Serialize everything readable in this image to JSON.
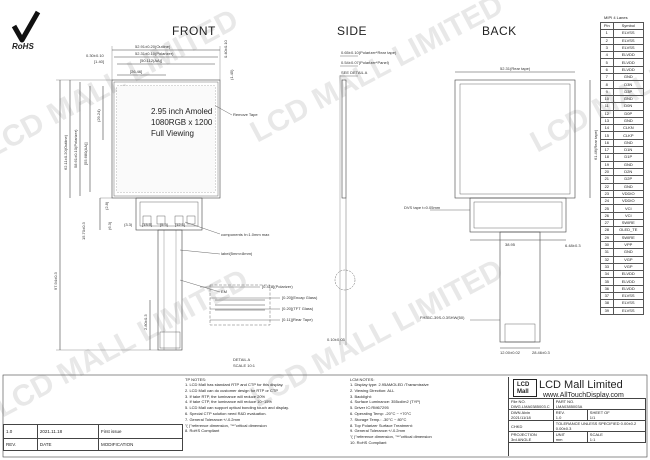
{
  "headers": {
    "front": "FRONT",
    "side": "SIDE",
    "back": "BACK"
  },
  "rohs": "RoHS",
  "display_text": {
    "line1": "2.95 inch Amoled",
    "line2": "1080RGB x 1200",
    "line3": "Full Viewing"
  },
  "watermark": "LCD MALL LIMITED",
  "front_dims": {
    "outline_w": "52.91±0.20(Outline)",
    "polarizer_w": "52.31±0.10(Polarizer)",
    "aa_w": "[50.112(AA)]",
    "half_w": "[26.46]",
    "left_off": "0.30±0.10",
    "left_off2": "[1.40]",
    "top_off": "0.40±0.10",
    "top_off2": "(1.45)",
    "outline_h": "62.11±0.20(Outline)",
    "polarizer_h": "58.61±0.10(Polarizer)",
    "aa_h": "[55.680(AA)]",
    "half_h": "(29.24)",
    "side_dim": "(2.8)",
    "fpc_h": "15.70±0.3",
    "fpc_off": "(6.3)",
    "c1": "(3.3)",
    "c2": "[13.5]",
    "c3": "[5.9]",
    "c4": "[12.6]",
    "total_h": "97.94±0.3",
    "tail_h": "2.80±0.3",
    "detail": "DETAIL A",
    "scale": "SCALE 10:1"
  },
  "callouts": {
    "remove_tape": "Remove Tape",
    "components": "components h<1.0mm max",
    "label": "label(5mm×8mm)",
    "em": "EM",
    "polarizer": "[0.418](Polarizer)",
    "glass1": "[0.20](Encap Glass)",
    "tft_glass": "[0.20](TFT Glass)",
    "rear_tape": "[0.11](Rear Tape)",
    "fpc_t": "0.10±0.03"
  },
  "side_dims": {
    "d1": "0.65±0.10(Polarizer*Rear tape)",
    "d2": "0.54±0.07(Polarizer*Panel)",
    "d3": "SEE DETAIL A"
  },
  "back_dims": {
    "rear_tape": "52.31(Rear tape)",
    "rear_tape_h": "61.46(Rear tape)",
    "dv_tape": "DVS tape t=0.05mm",
    "w1": "38.95",
    "w2": "6.48±0.3",
    "fpc": "FH35C-39S-0.3SHW(50)",
    "f1": "12.00±0.02",
    "f2": "28.46±0.3"
  },
  "pin_table": {
    "title": "MIPI 4 Lanes",
    "col_pin": "Pin",
    "col_sym": "Symbol",
    "rows": [
      [
        "1",
        "ELVSS"
      ],
      [
        "2",
        "ELVSS"
      ],
      [
        "3",
        "ELVSS"
      ],
      [
        "4",
        "ELVDD"
      ],
      [
        "5",
        "ELVDD"
      ],
      [
        "6",
        "ELVDD"
      ],
      [
        "7",
        "GND"
      ],
      [
        "8",
        "D3N"
      ],
      [
        "9",
        "D3P"
      ],
      [
        "10",
        "GND"
      ],
      [
        "11",
        "D0N"
      ],
      [
        "12",
        "D0P"
      ],
      [
        "13",
        "GND"
      ],
      [
        "14",
        "CLKN"
      ],
      [
        "15",
        "CLKP"
      ],
      [
        "16",
        "GND"
      ],
      [
        "17",
        "D1N"
      ],
      [
        "18",
        "D1P"
      ],
      [
        "19",
        "GND"
      ],
      [
        "20",
        "D2N"
      ],
      [
        "21",
        "D2P"
      ],
      [
        "22",
        "GND"
      ],
      [
        "23",
        "VDDIO"
      ],
      [
        "24",
        "VDDIO"
      ],
      [
        "25",
        "VCI"
      ],
      [
        "26",
        "VCI"
      ],
      [
        "27",
        "SWIRE"
      ],
      [
        "28",
        "OLED_TE"
      ],
      [
        "29",
        "SWIRE"
      ],
      [
        "30",
        "VPP"
      ],
      [
        "31",
        "GND"
      ],
      [
        "32",
        "VGP"
      ],
      [
        "33",
        "VGP"
      ],
      [
        "34",
        "ELVDD"
      ],
      [
        "35",
        "ELVDD"
      ],
      [
        "36",
        "ELVDD"
      ],
      [
        "37",
        "ELVSS"
      ],
      [
        "38",
        "ELVSS"
      ],
      [
        "39",
        "ELVSS"
      ]
    ]
  },
  "notes_tp": {
    "title": "TP NOTES:",
    "lines": [
      "1. LCD Mall has standard RTP and CTP for this display.",
      "2. LCD Mall can do customer design for RTP or CTP",
      "3. If take RTP, the luminance will reduce 20%",
      "4. If take CTP, the luminance will reduce 10~15%",
      "5. LCD Mall can support optical bonding touch and display.",
      "6. Special CTP solution need R&D evaluation.",
      "7. General Tolerance:+/-0.2mm",
      "   \"( )\"reference dimension, \"**\"critical dimension",
      "8. RoHS Compliant"
    ]
  },
  "notes_lcm": {
    "title": "LCM NOTES:",
    "lines": [
      "1. Display type: 2.95AMOLED /Transmissive",
      "2. Viewing Direction: ALL",
      "3. Backlight:",
      "4. Surface Luminance: 355cd/m2 (TYP)",
      "5. Driver IC:RM67295",
      "6. Operating Temp: -20°C ~ +70°C",
      "7. Storage Temp.: -30°C ~ 80°C",
      "8. Top Polarizer Surface Treatment:",
      "9. General Tolerance:+/-0.2mm",
      "   \"( )\"reference dimension, \"**\"critical dimension",
      "10. RoHS Compliant"
    ]
  },
  "revision": {
    "row": [
      "1.0",
      "2021.11.18",
      "First issue"
    ],
    "headers": [
      "REV.",
      "DATE",
      "MODIFICATION"
    ]
  },
  "title_block": {
    "company": "LCD Mall Limited",
    "website": "www.AllTouchDisplay.com",
    "logo_top": "LCD",
    "logo_bottom": "Mall",
    "file_no_label": "File NO.",
    "file_no": "DWG.LMA0385003.C",
    "part_no_label": "PART NO.",
    "part_no": "LMA0385003A",
    "dwn_label": "DWN",
    "dwn_name": "Alvin",
    "dwn_date": "2021/11/18",
    "rev_label": "REV.",
    "rev_val": "1.0",
    "sheet_label": "SHEET OF",
    "sheet_val": "1/1",
    "chkd_label": "CHKD",
    "tol_label": "TOLERANCE UNLESS SPECIFIED",
    "tol1": "0.00±0.2",
    "tol2": "0.00±0.3",
    "proj_label": "PROJECTION",
    "proj_val": "3rd ANGLE",
    "unit_label": "UNIT",
    "unit_val": "mm",
    "scale_label": "SCALE",
    "scale_val": "1:1"
  }
}
